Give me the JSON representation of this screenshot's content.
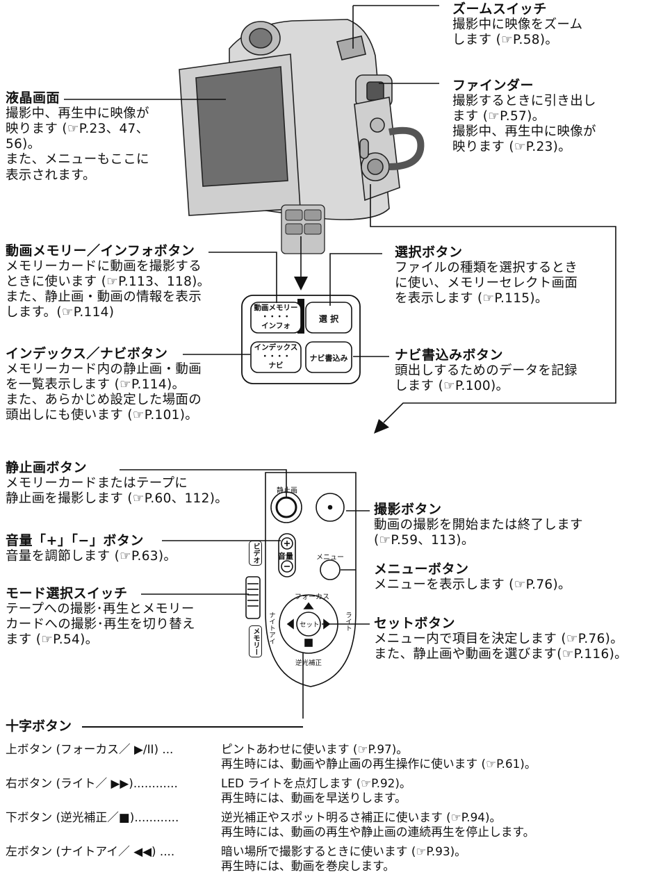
{
  "camera": {
    "panel_buttons": {
      "movie_memory": "動画メモリー\n・・・・\nインフォ",
      "select": "選 択",
      "index": "インデックス\n・・・・\nナビ",
      "navi_write": "ナビ書込み"
    }
  },
  "remote": {
    "still_label": "静止画",
    "volume_label": "音量",
    "menu_label": "メニュー",
    "focus_label": "フォーカス",
    "set_label": "セット",
    "night_label": "ナイトアイ",
    "light_label": "ライト",
    "backlight_label": "逆光補正",
    "video_label": "ビデオ",
    "memory_label": "メモリー"
  },
  "callouts": {
    "zoom": {
      "title": "ズームスイッチ",
      "desc": "撮影中に映像をズーム\nします (☞P.58)。"
    },
    "finder": {
      "title": "ファインダー",
      "desc": "撮影するときに引き出し\nます (☞P.57)。\n撮影中、再生中に映像が\n映ります (☞P.23)。"
    },
    "lcd": {
      "title": "液晶画面",
      "desc": "撮影中、再生中に映像が\n映ります (☞P.23、47、\n56)。\nまた、メニューもここに\n表示されます。"
    },
    "movie_memory": {
      "title": "動画メモリー／インフォボタン",
      "desc": "メモリーカードに動画を撮影する\nときに使います (☞P.113、118)。\nまた、静止画・動画の情報を表示\nします。(☞P.114)"
    },
    "select": {
      "title": "選択ボタン",
      "desc": "ファイルの種類を選択するとき\nに使い、メモリーセレクト画面\nを表示します (☞P.115)。"
    },
    "index": {
      "title": "インデックス／ナビボタン",
      "desc": "メモリーカード内の静止画・動画\nを一覧表示します (☞P.114)。\nまた、あらかじめ設定した場面の\n頭出しにも使います (☞P.101)。"
    },
    "navi_write": {
      "title": "ナビ書込みボタン",
      "desc": "頭出しするためのデータを記録\nします (☞P.100)。"
    },
    "still": {
      "title": "静止画ボタン",
      "desc": "メモリーカードまたはテープに\n静止画を撮影します (☞P.60、112)。"
    },
    "rec": {
      "title": "撮影ボタン",
      "desc": "動画の撮影を開始または終了します\n(☞P.59、113)。"
    },
    "volume": {
      "title": "音量「+」「−」ボタン",
      "desc": "音量を調節します (☞P.63)。"
    },
    "menu": {
      "title": "メニューボタン",
      "desc": "メニューを表示します (☞P.76)。"
    },
    "mode": {
      "title": "モード選択スイッチ",
      "desc": "テープへの撮影･再生とメモリー\nカードへの撮影･再生を切り替え\nます (☞P.54)。"
    },
    "set": {
      "title": "セットボタン",
      "desc": "メニュー内で項目を決定します (☞P.76)。\nまた、静止画や動画を選びます(☞P.116)。"
    }
  },
  "cross": {
    "title": "十字ボタン",
    "rows": [
      {
        "label": "上ボタン (フォーカス／ ▶/II) ...",
        "desc": "ピントあわせに使います (☞P.97)。\n再生時には、動画や静止画の再生操作に使います (☞P.61)。"
      },
      {
        "label": "右ボタン (ライト／ ▶▶)............",
        "desc": "LED ライトを点灯します (☞P.92)。\n再生時には、動画を早送りします。"
      },
      {
        "label": "下ボタン (逆光補正／■)............",
        "desc": "逆光補正やスポット明るさ補正に使います (☞P.94)。\n再生時には、動画の再生や静止画の連続再生を停止します。"
      },
      {
        "label": "左ボタン (ナイトアイ／ ◀◀) ....",
        "desc": "暗い場所で撮影するときに使います (☞P.93)。\n再生時には、動画を巻戻します。"
      }
    ]
  }
}
